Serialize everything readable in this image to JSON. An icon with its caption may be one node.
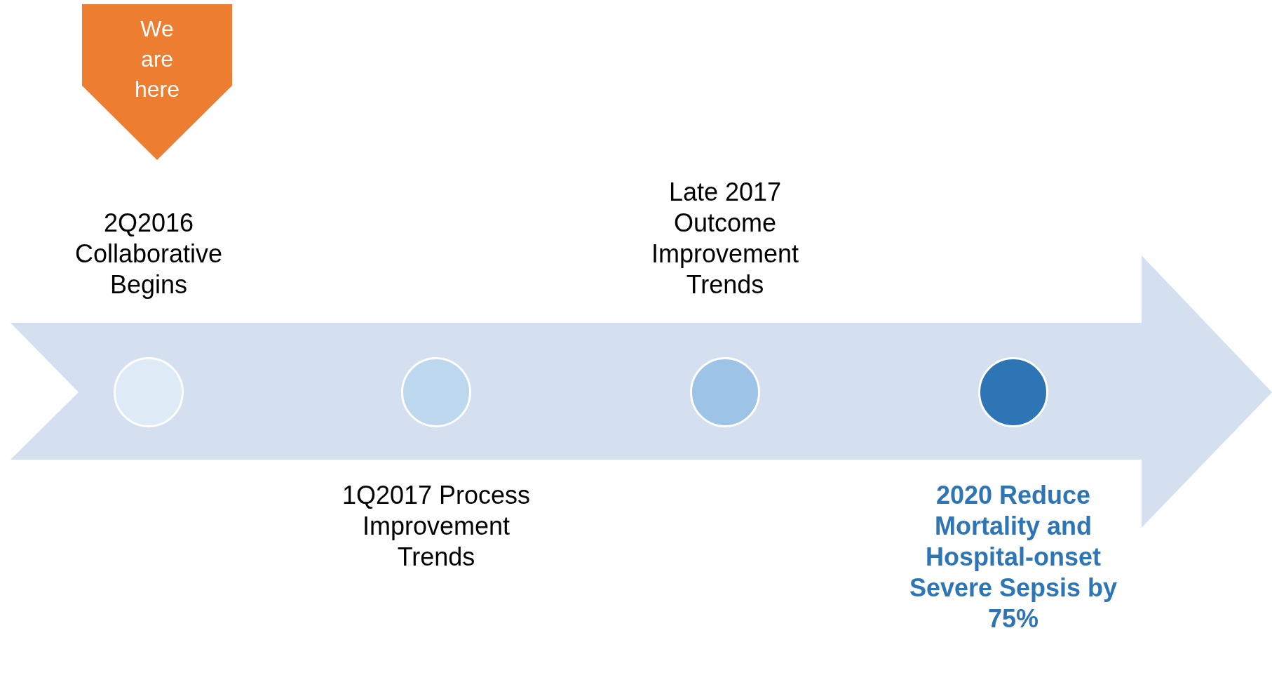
{
  "diagram": {
    "nodes": [
      {
        "text": [],
        "shape": "arrow"
      },
      {
        "text": [],
        "shape": "circle",
        "in": 0,
        "beside": [
          "2Q2016 Collaborative Begins"
        ]
      },
      {
        "text": [],
        "shape": "circle",
        "in": 0,
        "beside": [
          "1Q2017 Process Improvement Trends"
        ]
      },
      {
        "text": [],
        "shape": "circle",
        "in": 0,
        "beside": [
          "Late 2017 Outcome Improvement Trends"
        ]
      },
      {
        "text": [],
        "shape": "circle",
        "in": 0,
        "beside": [
          "2020 Reduce Mortality and Hospital-onset Severe Sepsis by 75%"
        ]
      },
      {
        "text": [
          "We are here"
        ]
      }
    ]
  }
}
